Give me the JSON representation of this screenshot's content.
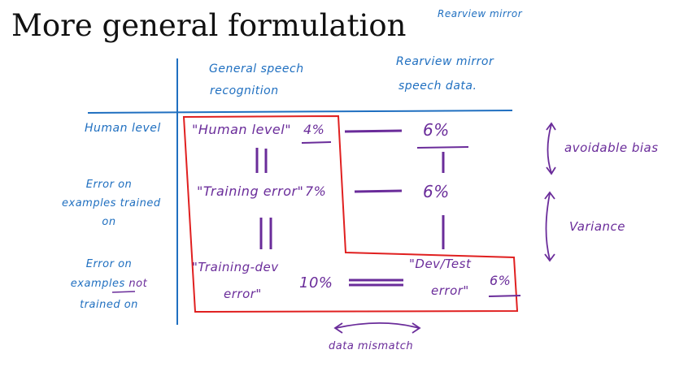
{
  "title": "More general formulation",
  "corner_note": "Rearview mirror",
  "columns": {
    "general": "General speech recognition",
    "general_line1": "General speech",
    "general_line2": "recognition",
    "rearview_line1": "Rearview mirror",
    "rearview_line2": "speech data."
  },
  "row_headers": {
    "human": "Human level",
    "trained_line1": "Error on",
    "trained_line2": "examples trained",
    "trained_line3": "on",
    "not_line1": "Error on",
    "not_line2a": "examples ",
    "not_line2b": "not",
    "not_line3": "trained on"
  },
  "cells": {
    "human_label": "\"Human level\"",
    "human_value": "4%",
    "human_rearview": "6%",
    "training_label": "\"Training error\"",
    "training_value": "7%",
    "training_rearview": "6%",
    "traindev_line1": "\"Training-dev",
    "traindev_line2": "error\"",
    "traindev_value": "10%",
    "devtest_line1": "\"Dev/Test",
    "devtest_line2": "error\"",
    "devtest_value": "6%"
  },
  "annotations": {
    "avoidable_bias": "avoidable bias",
    "variance": "Variance",
    "data_mismatch": "data mismatch"
  },
  "colors": {
    "grid": "#1f6fc0",
    "ink": "#6a2c9a",
    "box": "#e02020"
  }
}
